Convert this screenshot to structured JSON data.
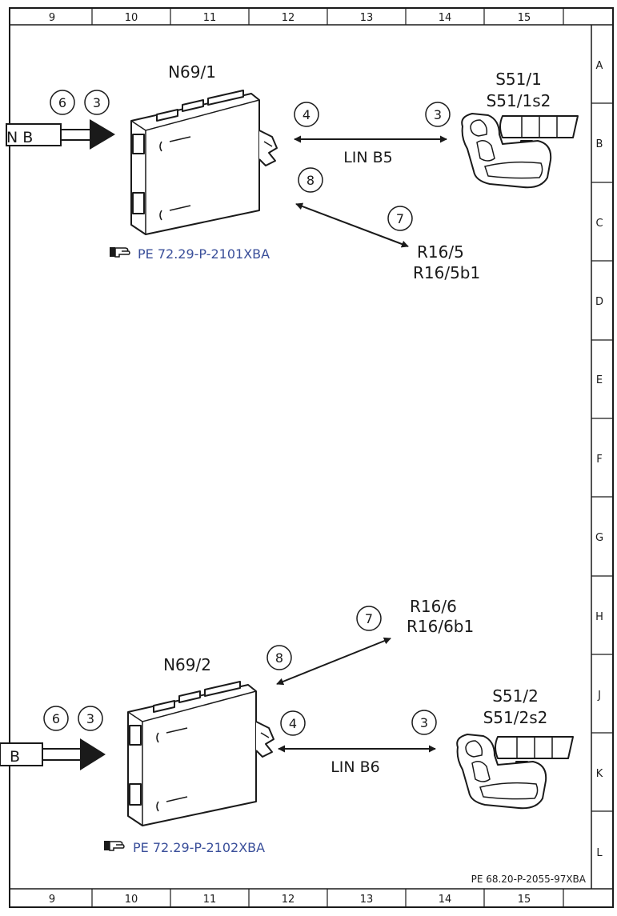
{
  "grid": {
    "columns": [
      "9",
      "10",
      "11",
      "12",
      "13",
      "14",
      "15"
    ],
    "rows": [
      "A",
      "B",
      "C",
      "D",
      "E",
      "F",
      "G",
      "H",
      "J",
      "K",
      "L"
    ]
  },
  "top": {
    "module": "N69/1",
    "input_label": "N B",
    "circle_a": "6",
    "circle_b": "3",
    "switch_line1": "S51/1",
    "switch_line2": "S51/1s2",
    "circle_lin": "4",
    "circle_switch": "3",
    "bus": "LIN B5",
    "circle_sensor_a": "8",
    "circle_sensor_b": "7",
    "sensor_line1": "R16/5",
    "sensor_line2": "R16/5b1",
    "reference": "PE 72.29-P-2101XBA"
  },
  "bottom": {
    "module": "N69/2",
    "input_label": "B",
    "circle_a": "6",
    "circle_b": "3",
    "switch_line1": "S51/2",
    "switch_line2": "S51/2s2",
    "circle_lin": "4",
    "circle_switch": "3",
    "bus": "LIN B6",
    "circle_sensor_a": "8",
    "circle_sensor_b": "7",
    "sensor_line1": "R16/6",
    "sensor_line2": "R16/6b1",
    "reference": "PE 72.29-P-2102XBA"
  },
  "footer": {
    "doc_id": "PE 68.20-P-2055-97XBA"
  },
  "colors": {
    "line": "#1a1a1a",
    "reference": "#3a4f9a"
  }
}
